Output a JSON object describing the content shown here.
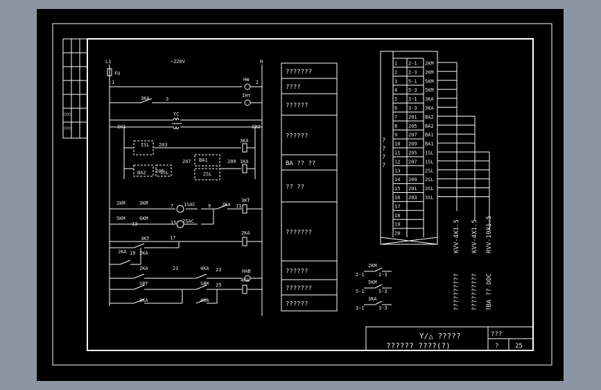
{
  "supply": {
    "phase": "L1",
    "neutral": "N",
    "voltage": "~220V",
    "fuse": "FU"
  },
  "wire_numbers": {
    "w1": "1",
    "w2": "2",
    "w3": "3",
    "w201": "201",
    "w202": "202",
    "w203": "203",
    "w205": "205",
    "w207": "207",
    "w209": "209",
    "w7": "7",
    "w9": "9",
    "w11": "11",
    "w13": "13",
    "w15": "15",
    "w17": "17",
    "w19": "19",
    "w21": "21",
    "w23": "23",
    "w25": "25"
  },
  "components": {
    "hw": "HW",
    "ihy": "IHY",
    "tc": "TC",
    "ska_contact": "3KA",
    "isl": "ISL",
    "ba1": "BA1",
    "ba2": "BA2",
    "isl2": "ISL",
    "sl2": "2SL",
    "coil_3ka": "3KA",
    "coil_1ka": "1KA",
    "c2km": "2KM",
    "c3km": "3KM",
    "c5km": "5KM",
    "c6km": "6KM",
    "isac": "1SAC",
    "sac2": "2SAC",
    "jka": "JKA",
    "coil_3kt": "3KT",
    "coil_2ka": "2KA",
    "c3kt": "3KT",
    "jka2": "JKA",
    "c2ka": "2KA",
    "c2ka_b": "2KA",
    "c4ka": "4KA",
    "hab": "HAB",
    "sbt": "SBT",
    "sbr": "SBR",
    "c3ka_b": "3KA",
    "c4ka_b": "4KA",
    "coil_4ka": "4KA"
  },
  "descriptions": [
    "???????",
    "????",
    "??????",
    "??????",
    "BA ?? ??",
    "?? ??",
    "???????",
    "??????",
    "???????",
    "??????"
  ],
  "contacts_legend": [
    {
      "name": "2KM",
      "left": "2-1",
      "right": "2-3"
    },
    {
      "name": "5KM",
      "left": "5-1",
      "right": "5-3"
    },
    {
      "name": "3KA",
      "left": "3-1",
      "right": "3-3"
    }
  ],
  "terminal_side_label": "? ? ? ?",
  "terminals": [
    {
      "no": "1",
      "from": "2-1",
      "to": "2KM"
    },
    {
      "no": "2",
      "from": "2-3",
      "to": "2KM"
    },
    {
      "no": "3",
      "from": "5-1",
      "to": "5KM"
    },
    {
      "no": "4",
      "from": "5-3",
      "to": "5KM"
    },
    {
      "no": "5",
      "from": "3-1",
      "to": "3KA"
    },
    {
      "no": "6",
      "from": "3-3",
      "to": "3KA"
    },
    {
      "no": "7",
      "from": "201",
      "to": "BA2"
    },
    {
      "no": "8",
      "from": "205",
      "to": "BA2"
    },
    {
      "no": "9",
      "from": "207",
      "to": "BA1"
    },
    {
      "no": "10",
      "from": "209",
      "to": "BA1"
    },
    {
      "no": "11",
      "from": "205",
      "to": "1SL"
    },
    {
      "no": "12",
      "from": "207",
      "to": "1SL"
    },
    {
      "no": "13",
      "from": "",
      "to": "2SL"
    },
    {
      "no": "14",
      "from": "209",
      "to": "2SL"
    },
    {
      "no": "15",
      "from": "201",
      "to": "3SL"
    },
    {
      "no": "16",
      "from": "203",
      "to": "3SL"
    },
    {
      "no": "17",
      "from": "",
      "to": ""
    },
    {
      "no": "18",
      "from": "",
      "to": ""
    },
    {
      "no": "19",
      "from": "",
      "to": ""
    },
    {
      "no": "20",
      "from": "",
      "to": ""
    }
  ],
  "cables": [
    {
      "spec": "KVV-4X1.5",
      "desc": "??????????"
    },
    {
      "spec": "KVV-4X1.5",
      "desc": "??????????"
    },
    {
      "spec": "RVV-10X1.5",
      "desc": "?BA ?? DDC"
    }
  ],
  "title_block": {
    "title": "Y/△ ?????",
    "subtitle": "?????? ????(?)",
    "label": "???",
    "sheet_mark": "?",
    "sheet_no": "25"
  }
}
